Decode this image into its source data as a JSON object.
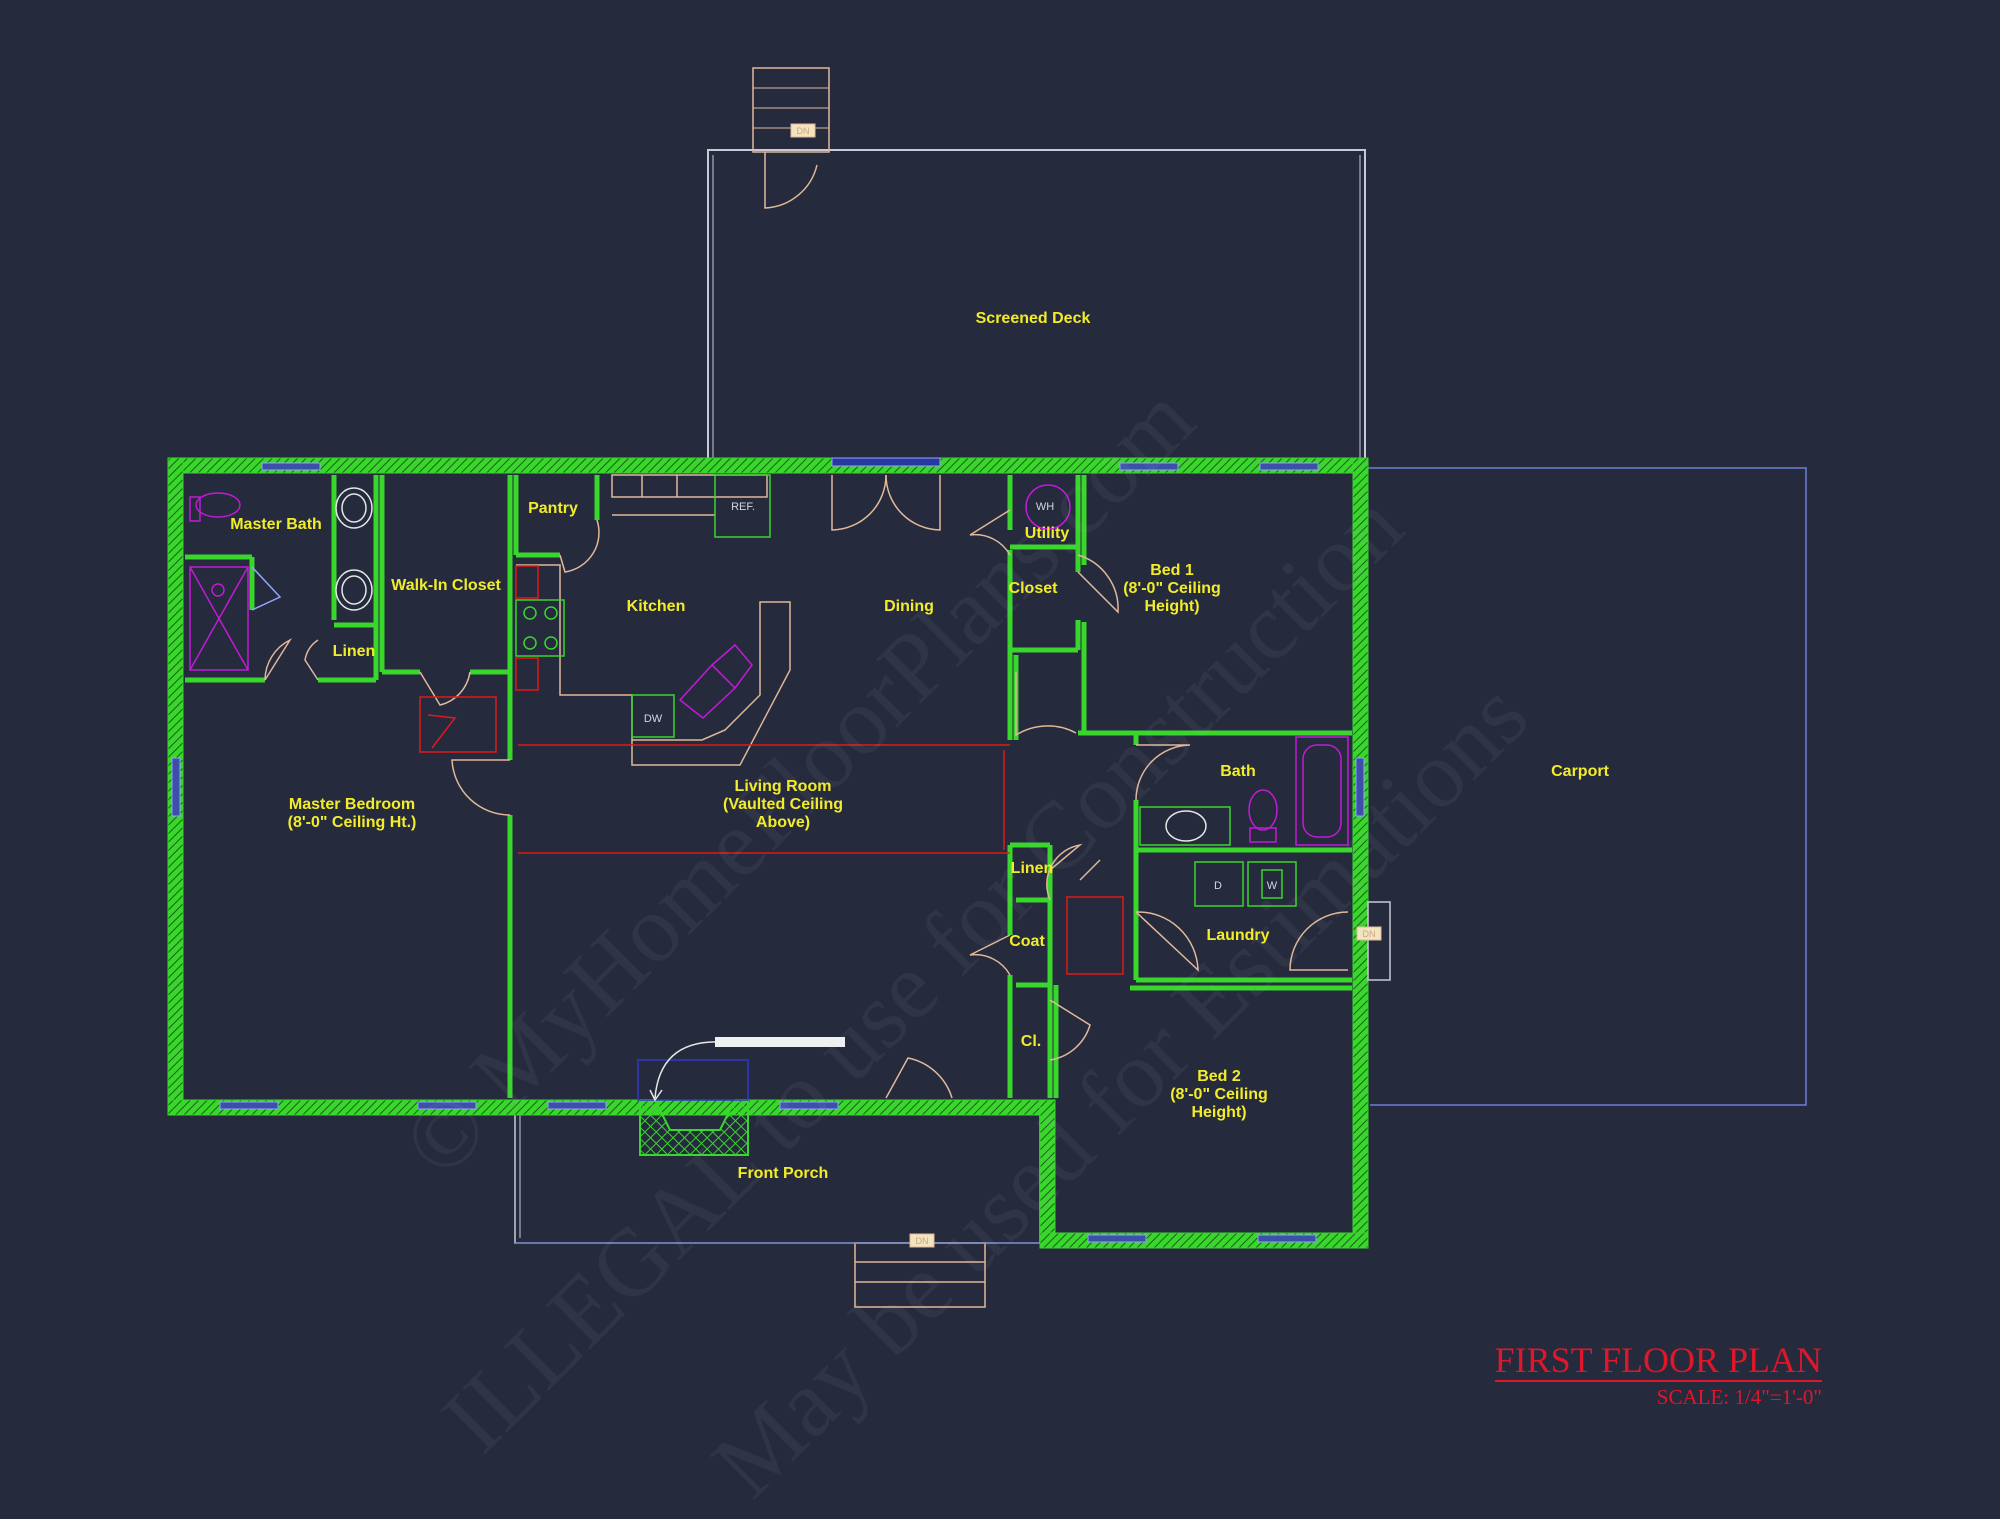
{
  "rooms": {
    "screened_deck": "Screened Deck",
    "master_bath": "Master Bath",
    "walk_in_closet": "Walk-In Closet",
    "pantry": "Pantry",
    "kitchen": "Kitchen",
    "dining": "Dining",
    "utility": "Utility",
    "closet": "Closet",
    "bed1": "Bed 1\n(8'-0\" Ceiling\nHeight)",
    "linen_master": "Linen",
    "master_bedroom": "Master Bedroom\n(8'-0\" Ceiling Ht.)",
    "living_room": "Living Room\n(Vaulted Ceiling\nAbove)",
    "bath": "Bath",
    "carport": "Carport",
    "linen_hall": "Linen",
    "coat": "Coat",
    "laundry": "Laundry",
    "cl": "Cl.",
    "bed2": "Bed 2\n(8'-0\" Ceiling\nHeight)",
    "front_porch": "Front Porch"
  },
  "fixtures": {
    "ref": "REF.",
    "wh": "WH",
    "dw": "DW",
    "dryer": "D",
    "washer": "W",
    "tag_top": "DN",
    "tag_porch": "DN",
    "tag_carport": "DN"
  },
  "watermark": {
    "line1": "© MyHomeFloorPlans.com",
    "line2": "ILLEGAL to use for Construction",
    "line3": "May be used for Estimations"
  },
  "title": {
    "main": "FIRST FLOOR PLAN",
    "scale": "SCALE: 1/4\"=1'-0\""
  },
  "colors": {
    "background": "#252a3d",
    "wall": "#39d62c",
    "label": "#f2ec2a",
    "title": "#e0162a",
    "fixture_magenta": "#c21ad6",
    "window_blue": "#5a78d8"
  }
}
